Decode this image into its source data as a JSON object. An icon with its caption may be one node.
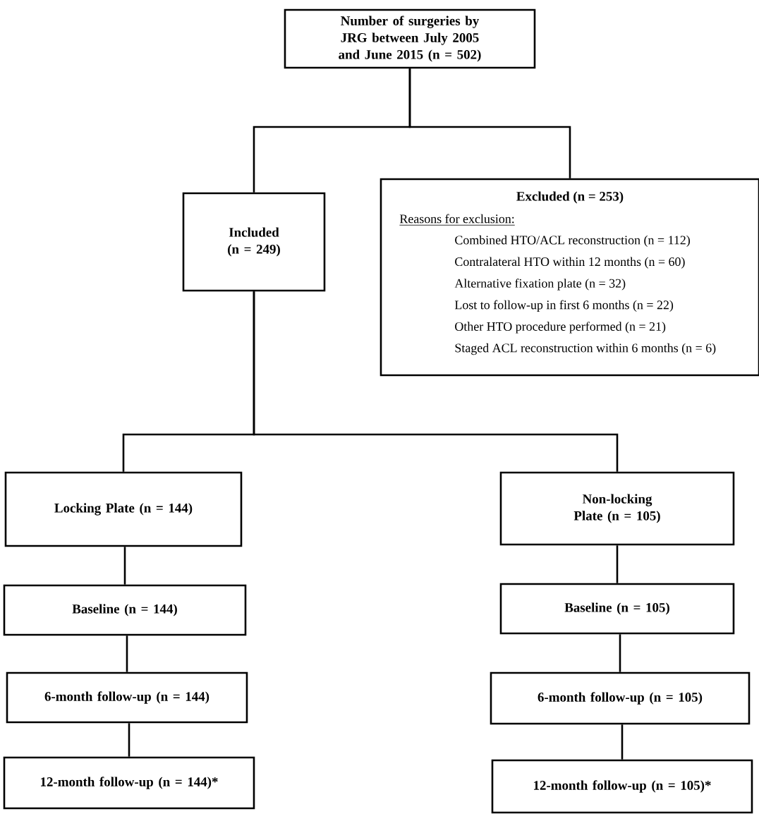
{
  "diagram": {
    "nodes": [
      {
        "text": [
          "Number of surgeries by JRG between July 2005 and June 2015 (n = 502)"
        ]
      },
      {
        "text": [
          "Excluded (n = 253)",
          "Reasons for exclusion:",
          "Combined HTO/ACL reconstruction (n = 112)",
          "Contralateral HTO within 12 months (n = 60)",
          "Alternative fixation plate (n = 32)",
          "Lost to follow-up in first 6 months (n = 22)",
          "Other HTO procedure performed (n = 21)",
          "Staged ACL reconstruction within 6 months (n = 6)"
        ]
      },
      {
        "text": [
          "Included (n = 249)"
        ]
      },
      {
        "text": [
          "Locking Plate (n = 144)"
        ]
      },
      {
        "text": [
          "Non-locking Plate (n = 105)"
        ]
      },
      {
        "text": [
          "Baseline (n = 144)"
        ]
      },
      {
        "text": [
          "Baseline (n = 105)"
        ]
      },
      {
        "text": [
          "6-month follow-up (n = 144)"
        ]
      },
      {
        "text": [
          "6-month follow-up (n = 105)"
        ]
      },
      {
        "text": [
          "12-month follow-up (n = 144)*"
        ]
      },
      {
        "text": [
          "12-month follow-up (n = 105)*"
        ]
      }
    ],
    "edges": [
      {
        "from": 0,
        "to": 1,
        "arrow": "none"
      },
      {
        "from": 0,
        "to": 2,
        "arrow": "none"
      },
      {
        "from": 2,
        "to": 3,
        "arrow": "none"
      },
      {
        "from": 2,
        "to": 4,
        "arrow": "none"
      },
      {
        "from": 3,
        "to": 5,
        "arrow": "none"
      },
      {
        "from": 4,
        "to": 6,
        "arrow": "none"
      },
      {
        "from": 5,
        "to": 7,
        "arrow": "none"
      },
      {
        "from": 6,
        "to": 8,
        "arrow": "none"
      },
      {
        "from": 7,
        "to": 9,
        "arrow": "none"
      },
      {
        "from": 8,
        "to": 10,
        "arrow": "none"
      }
    ]
  }
}
